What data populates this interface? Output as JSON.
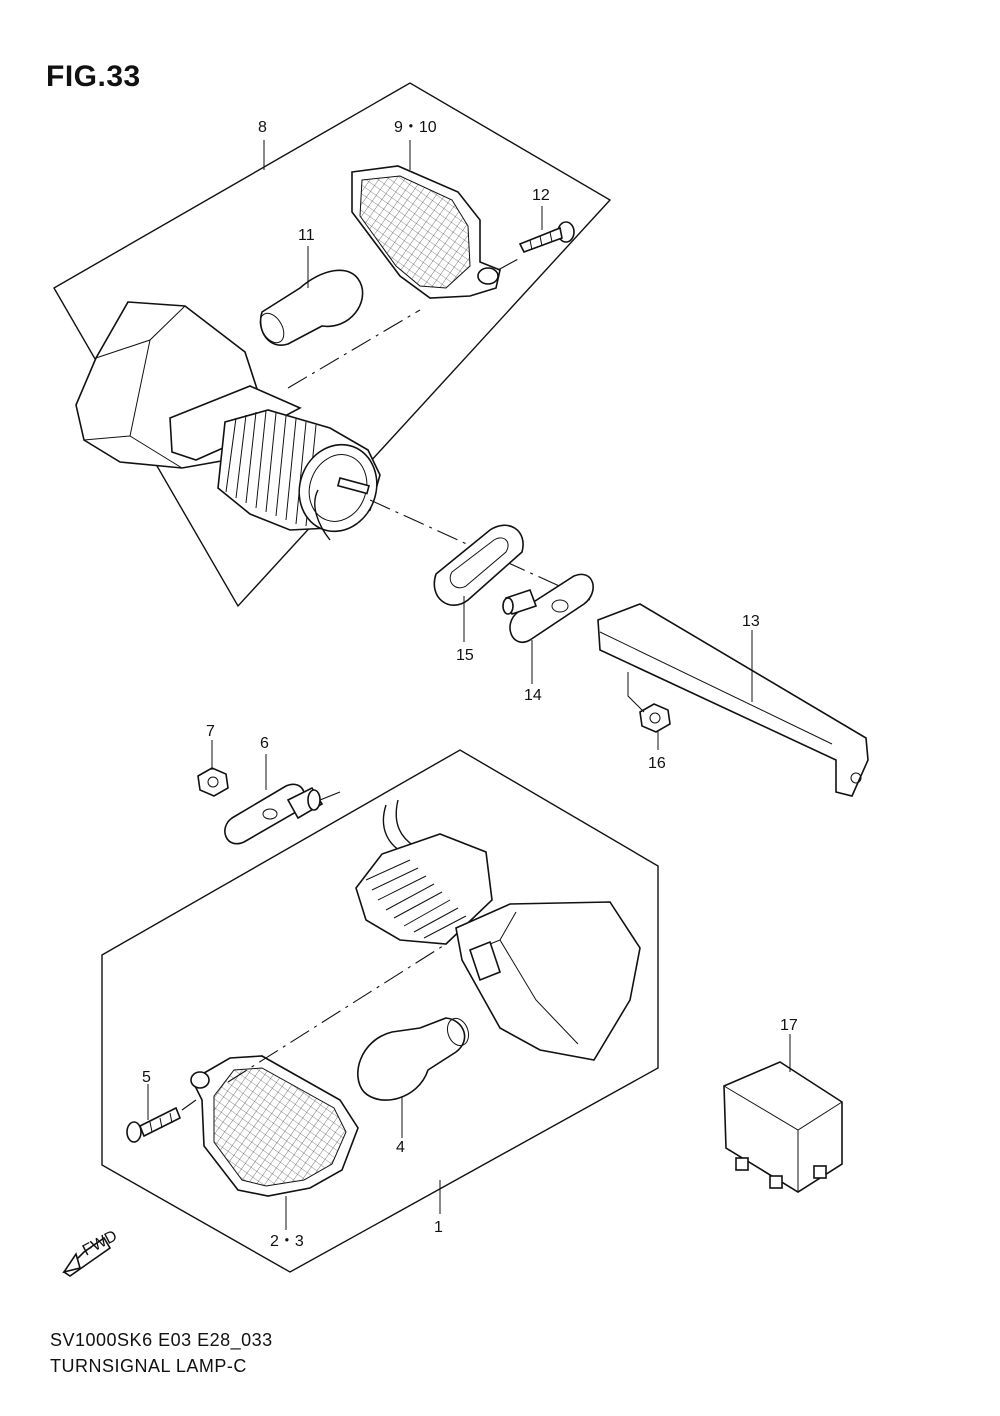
{
  "figure": {
    "title": "FIG.33"
  },
  "footer": {
    "code": "SV1000SK6 E03 E28_033",
    "name": "TURNSIGNAL LAMP-C"
  },
  "callouts": {
    "c1": "1",
    "c23": "2・3",
    "c4": "4",
    "c5": "5",
    "c6": "6",
    "c7": "7",
    "c8": "8",
    "c910": "9・10",
    "c11": "11",
    "c12": "12",
    "c13": "13",
    "c14": "14",
    "c15": "15",
    "c16": "16",
    "c17": "17"
  },
  "fwd": "FWD"
}
